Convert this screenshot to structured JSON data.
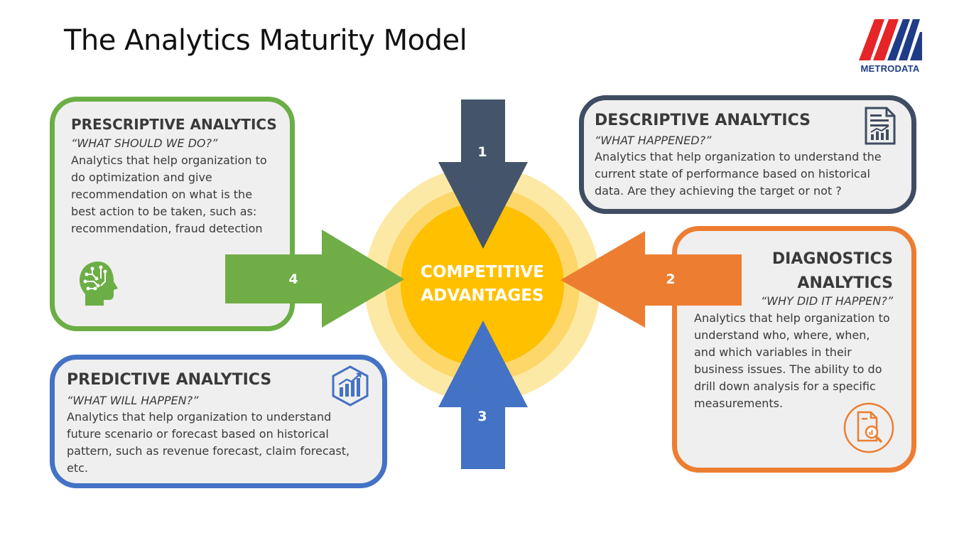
{
  "title": "The Analytics Maturity Model",
  "logo": {
    "text": "METRODATA"
  },
  "center": {
    "line1": "COMPETITIVE",
    "line2": "ADVANTAGES"
  },
  "arrows": [
    {
      "number": "1",
      "color": "#44546a"
    },
    {
      "number": "2",
      "color": "#ed7d31"
    },
    {
      "number": "3",
      "color": "#4472c4"
    },
    {
      "number": "4",
      "color": "#70ad47"
    }
  ],
  "prescriptive": {
    "heading": "PRESCRIPTIVE ANALYTICS",
    "question": "“WHAT SHOULD WE DO?”",
    "lines": [
      "Analytics that help organization to",
      "do optimization and give",
      "recommendation on what is the",
      "best action to be taken, such as:",
      "recommendation, fraud detection"
    ],
    "icon": "ai-head-icon",
    "color": "#6cae46"
  },
  "descriptive": {
    "heading": "DESCRIPTIVE ANALYTICS",
    "question": "“WHAT HAPPENED?”",
    "lines": [
      "Analytics that help organization to understand the",
      "current state of performance based on historical",
      "data. Are they achieving the target or not ?"
    ],
    "icon": "report-chart-icon",
    "color": "#3f4c62"
  },
  "diagnostics": {
    "heading_line1": "DIAGNOSTICS",
    "heading_line2": "ANALYTICS",
    "question": "“WHY DID IT HAPPEN?”",
    "lines": [
      "Analytics that help organization to",
      "understand who, where, when,",
      "and which variables in their",
      "business issues. The ability to do",
      "drill down analysis for a specific",
      "measurements."
    ],
    "icon": "document-search-icon",
    "color": "#ed7d31"
  },
  "predictive": {
    "heading": "PREDICTIVE ANALYTICS",
    "question": "“WHAT WILL HAPPEN?”",
    "lines": [
      "Analytics that help organization to understand",
      "future scenario or forecast based on historical",
      "pattern, such as revenue forecast, claim forecast,",
      "etc."
    ],
    "icon": "growth-chart-icon",
    "color": "#4472c4"
  }
}
